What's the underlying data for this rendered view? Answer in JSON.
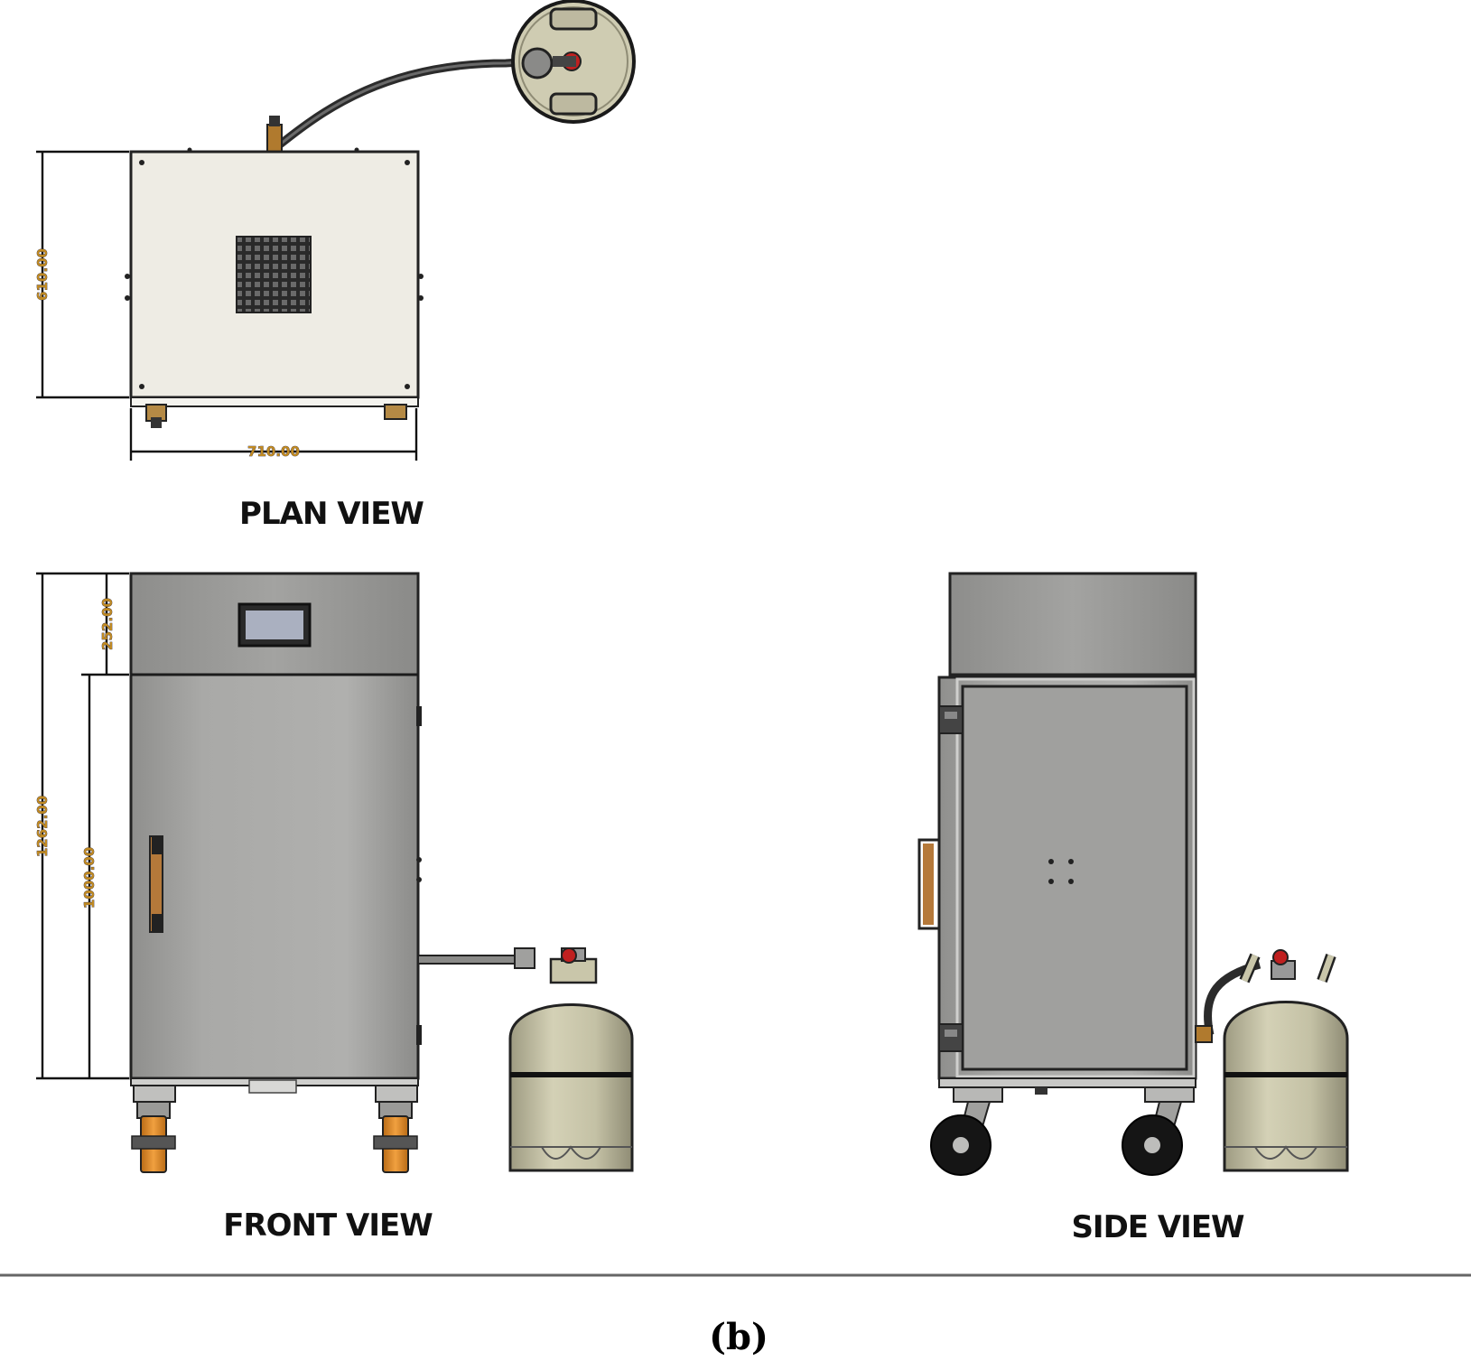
{
  "views": {
    "plan": {
      "title": "PLAN VIEW",
      "dim_depth": "610.00",
      "dim_width": "710.00"
    },
    "front": {
      "title": "FRONT VIEW",
      "dim_top": "252.00",
      "dim_total": "1262.00",
      "dim_body": "1000.00"
    },
    "side": {
      "title": "SIDE VIEW"
    }
  },
  "caption": "(b)",
  "colors": {
    "panel_top": "#eeece4",
    "panel_side": "#a8a8a6",
    "panel_dark": "#9a9a98",
    "wheel_orange": "#d98a2a",
    "wheel_black": "#151515",
    "tank": "#c9c6aa",
    "dim_text": "#c08a22"
  }
}
